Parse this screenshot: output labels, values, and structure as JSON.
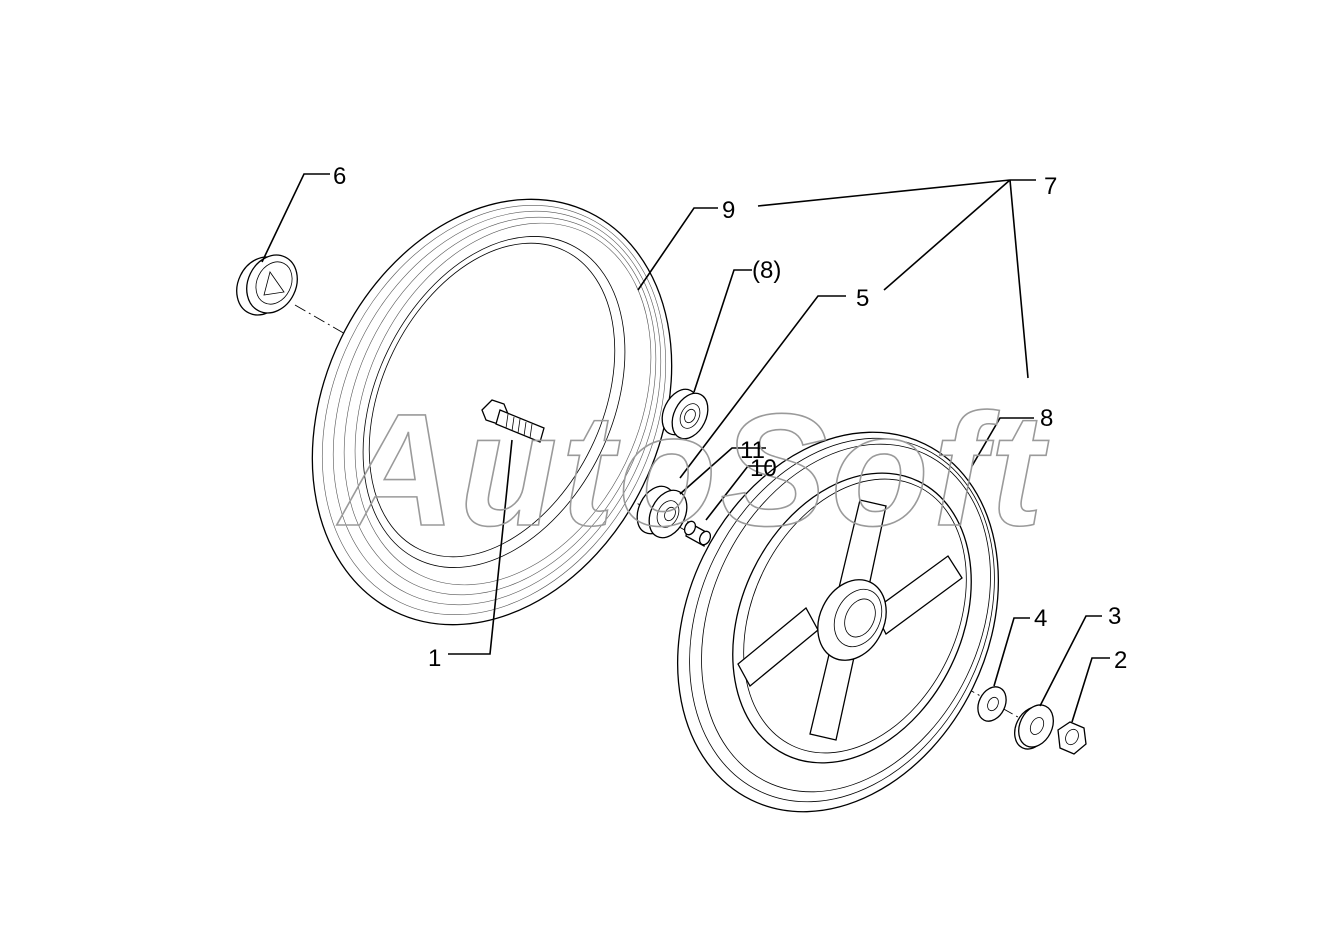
{
  "diagram": {
    "watermark": "AutoSoft",
    "callouts": {
      "c1": "1",
      "c2": "2",
      "c3": "3",
      "c4": "4",
      "c5": "5",
      "c6": "6",
      "c7": "7",
      "c8": "8",
      "c8p": "(8)",
      "c9": "9",
      "c10": "10",
      "c11": "11"
    }
  }
}
